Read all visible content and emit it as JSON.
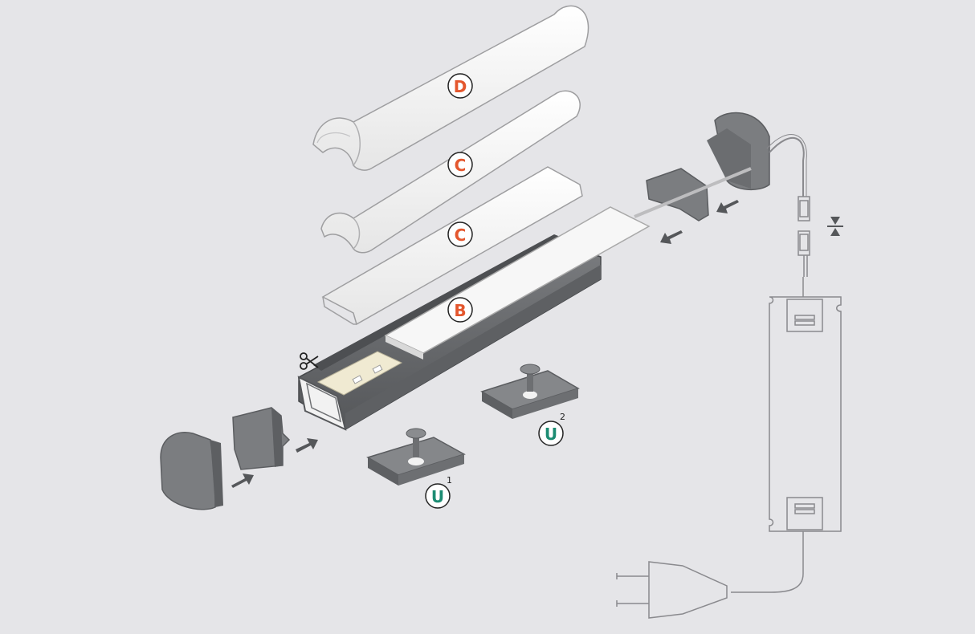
{
  "diagram": {
    "colors": {
      "background": "#e5e5e8",
      "profile": "#6f7174",
      "profile_dark": "#4d4f52",
      "diffuser": "#f4f4f4",
      "diffuser_edge": "#a9a9a9",
      "end_cap": "#7b7d80",
      "clip": "#7a7c7f",
      "arrow": "#55575a",
      "line_art": "#8a8a8e",
      "label_orange": "#e4572e",
      "label_green": "#1c8c73"
    },
    "labels": {
      "diffuser_round": "D",
      "diffuser_mid": "C",
      "diffuser_flat": "C",
      "cover": "B",
      "clip_1": "U",
      "clip_1_sup": "1",
      "clip_2": "U",
      "clip_2_sup": "2"
    },
    "icons": [
      "scissors-icon",
      "arrow-icon",
      "plug-icon",
      "connector-icon",
      "power-supply-icon"
    ]
  }
}
